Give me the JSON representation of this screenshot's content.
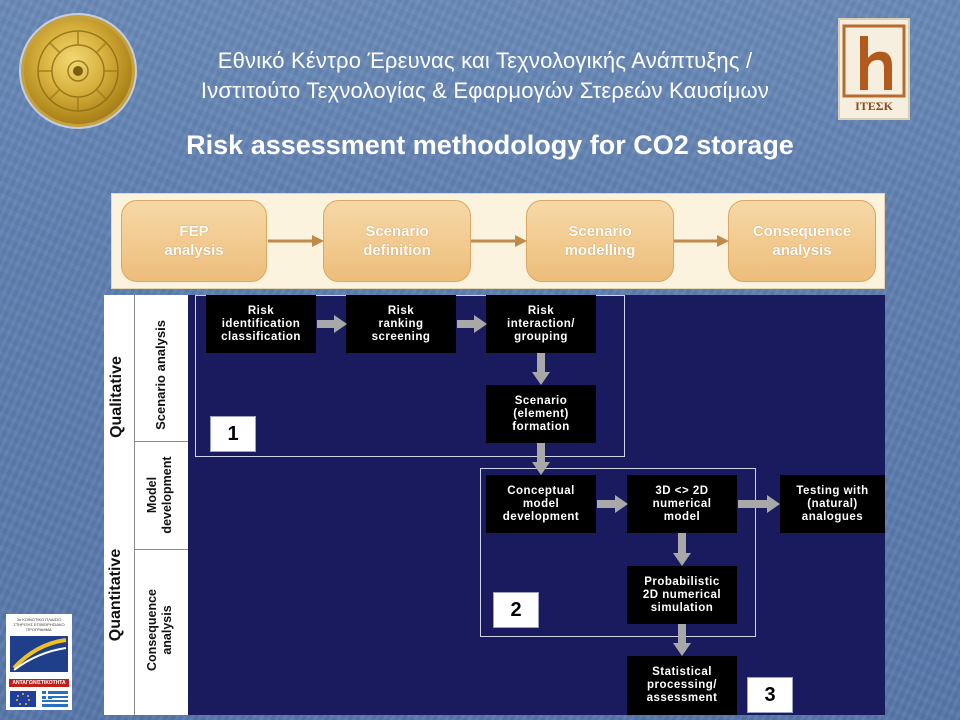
{
  "header": {
    "line1": "Εθνικό Κέντρο Έρευνας και Τεχνολογικής Ανάπτυξης /",
    "line2": "Ινστιτούτο Τεχνολογίας & Εφαρμογών Στερεών Καυσίμων",
    "logo_caption": "ΙΤΕΣΚ"
  },
  "title": "Risk assessment methodology for CO2 storage",
  "process_steps": [
    "FEP\nanalysis",
    "Scenario\ndefinition",
    "Scenario\nmodelling",
    "Consequence\nanalysis"
  ],
  "side_labels": {
    "qualitative": "Qualitative",
    "quantitative": "Quantitative",
    "scenario_analysis": "Scenario analysis",
    "model_development": "Model\ndevelopment",
    "consequence_analysis": "Consequence\nanalysis"
  },
  "boxes": {
    "risk_identification": "Risk\nidentification\nclassification",
    "risk_ranking": "Risk\nranking\nscreening",
    "risk_interaction": "Risk\ninteraction/\ngrouping",
    "scenario_formation": "Scenario\n(element)\nformation",
    "conceptual_model": "Conceptual\nmodel\ndevelopment",
    "numerical_model": "3D <> 2D\nnumerical\nmodel",
    "testing": "Testing with\n(natural)\nanalogues",
    "probabilistic": "Probabilistic\n2D numerical\nsimulation",
    "statistical": "Statistical\nprocessing/\nassessment"
  },
  "stage_numbers": [
    "1",
    "2",
    "3"
  ],
  "sponsor": {
    "program_text": "3ο ΚΟΙΝΟΤΙΚΟ ΠΛΑΙΣΙΟ ΣΤΗΡΙΞΗΣ ΕΠΙΧΕΙΡΗΣΙΑΚΟ ΠΡΟΓΡΑΜΜΑ",
    "bar_text": "ΑΝΤΑΓΩΝΙΣΤΙΚΟΤΗΤΑ"
  },
  "colors": {
    "background": "#6080b0",
    "process_box": "#edbd7b",
    "diagram_panel": "#1a1a5e",
    "flow_box": "#000000",
    "arrow_gray": "#a8a8a8"
  }
}
